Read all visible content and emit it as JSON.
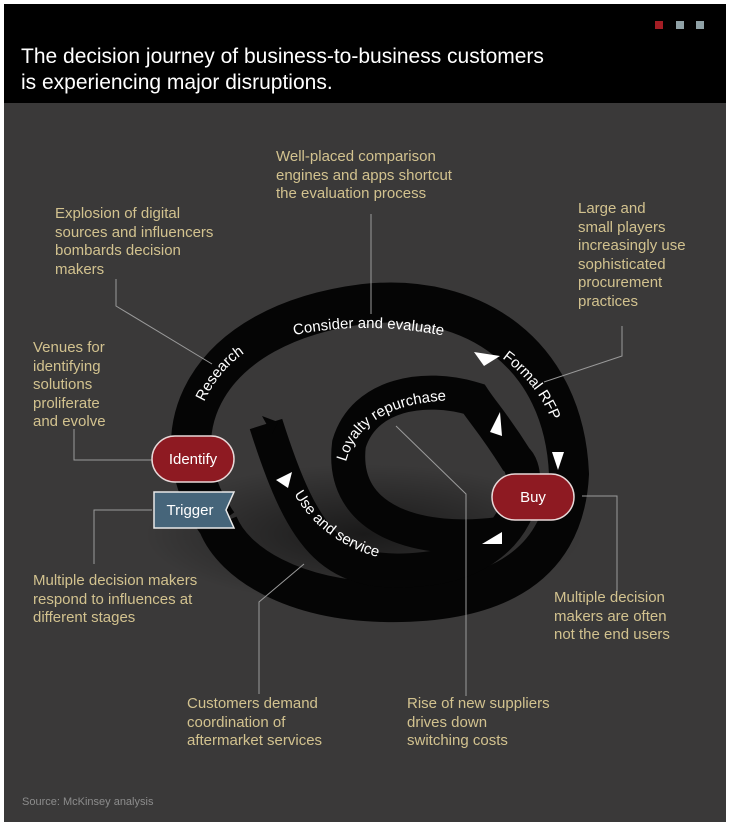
{
  "title": "The decision journey of business-to-business customers\nis experiencing major disruptions.",
  "colors": {
    "background": "#3a3939",
    "header": "#000000",
    "annotation_text": "#d2c28f",
    "stage_red": "#8e1a22",
    "trigger_blue": "#46657a",
    "loop_black": "#050505",
    "square_red": "#a31d24",
    "square_gray": "#8fa1a6"
  },
  "stages": {
    "identify": "Identify",
    "trigger": "Trigger",
    "buy": "Buy",
    "research": "Research",
    "consider": "Consider and evaluate",
    "formal_rfp": "Formal RFP",
    "loyalty": "Loyalty repurchase",
    "use_service": "Use and service"
  },
  "annotations": {
    "comparison": "Well-placed comparison\nengines and apps shortcut\nthe evaluation process",
    "digital": "Explosion of digital\nsources and influencers\nbombards decision\nmakers",
    "procurement": "Large and\nsmall players\nincreasingly use\nsophisticated\nprocurement\npractices",
    "venues": "Venues for\nidentifying\nsolutions\nproliferate\nand evolve",
    "multiple_stages": "Multiple decision makers\nrespond to influences at\ndifferent stages",
    "end_users": "Multiple decision\nmakers are often\nnot the end users",
    "aftermarket": "Customers demand\ncoordination of\naftermarket services",
    "suppliers": "Rise of new suppliers\ndrives down\nswitching costs"
  },
  "source": "Source: McKinsey analysis"
}
